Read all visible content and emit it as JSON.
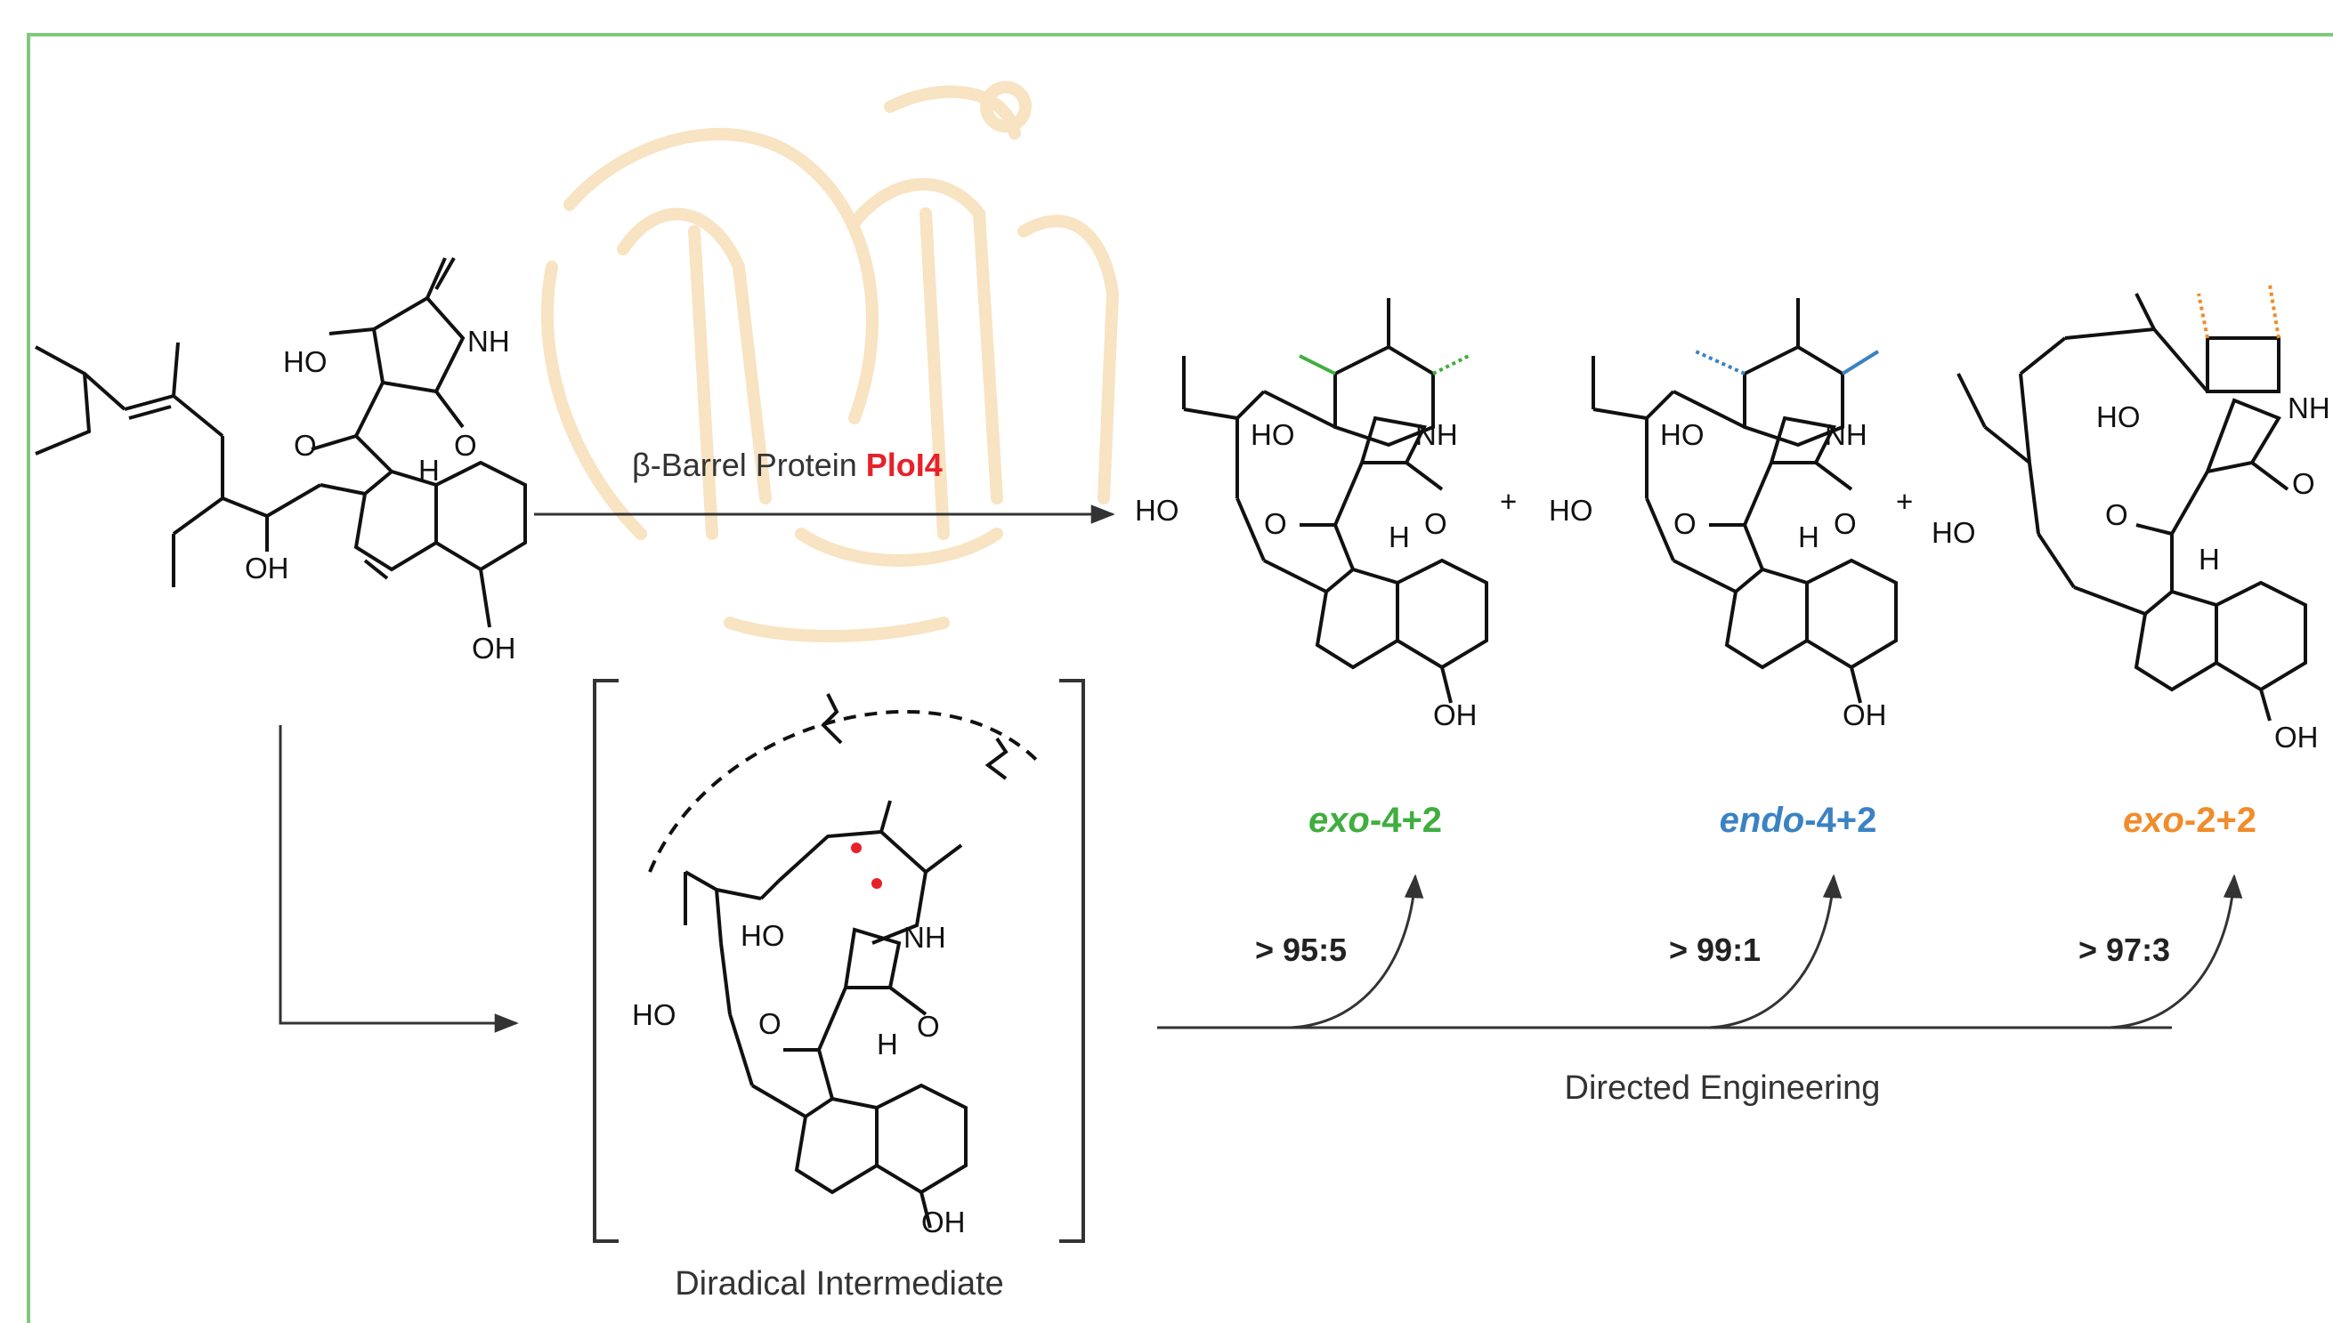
{
  "colors": {
    "frame": "#7fc97f",
    "protein": "#f0c27a",
    "enzyme_name": "#e8202a",
    "exo42": "#3fae3f",
    "endo42": "#3b82c4",
    "exo22": "#f08c2a",
    "radical": "#e8202a"
  },
  "reaction": {
    "enzyme_prefix": "β-Barrel Protein ",
    "enzyme_name": "PloI4",
    "plus": "+"
  },
  "intermediate": {
    "label": "Diradical Intermediate"
  },
  "engineering": {
    "label": "Directed Engineering"
  },
  "atoms": {
    "HO": "HO",
    "NH": "NH",
    "O": "O",
    "OH": "OH",
    "H": "H"
  },
  "products": [
    {
      "prefix": "exo",
      "suffix": "-4+2",
      "ratio": "> 95:5",
      "color": "#3fae3f"
    },
    {
      "prefix": "endo",
      "suffix": "-4+2",
      "ratio": "> 99:1",
      "color": "#3b82c4"
    },
    {
      "prefix": "exo",
      "suffix": "-2+2",
      "ratio": "> 97:3",
      "color": "#f08c2a"
    }
  ]
}
